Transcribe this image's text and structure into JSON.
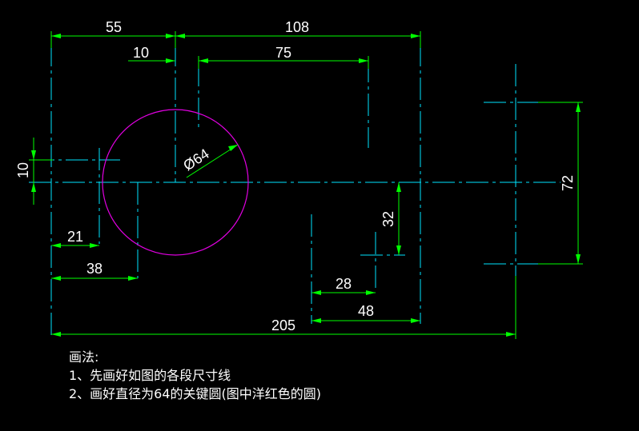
{
  "colors": {
    "background": "#000000",
    "dimension": "#00ff00",
    "centerline": "#00e5ff",
    "key_circle": "#e000e0",
    "text": "#ffffff"
  },
  "dimensions": {
    "d55": "55",
    "d108": "108",
    "d10_top": "10",
    "d75": "75",
    "d10_left": "10",
    "diameter": "Ø64",
    "d72": "72",
    "d32": "32",
    "d21": "21",
    "d38": "38",
    "d28": "28",
    "d48": "48",
    "d205": "205"
  },
  "notes": {
    "heading": "画法:",
    "step1": "1、先画好如图的各段尺寸线",
    "step2": "2、画好直径为64的关键圆(图中洋红色的圆)"
  }
}
